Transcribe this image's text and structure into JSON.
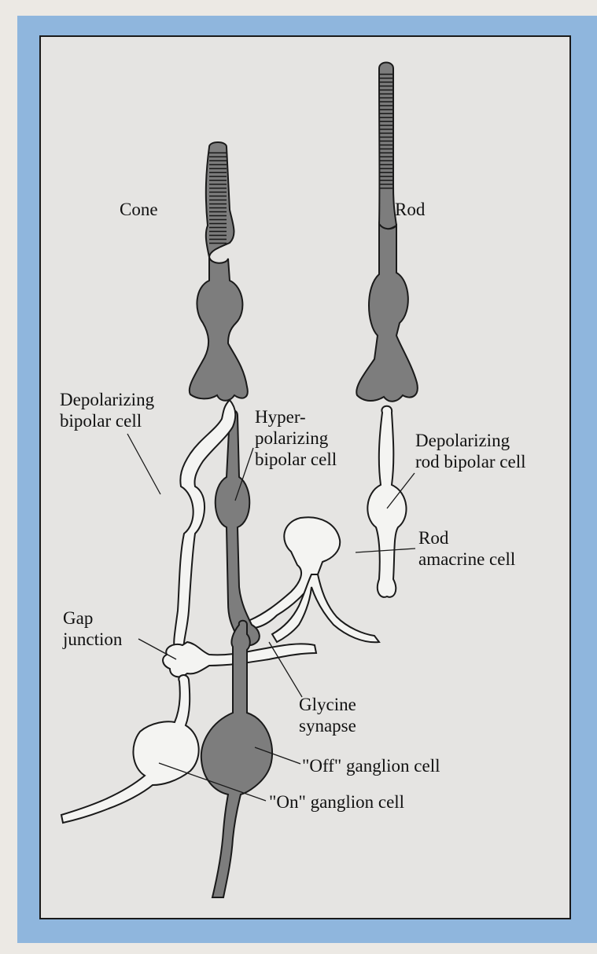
{
  "labels": {
    "cone": "Cone",
    "rod": "Rod",
    "depolarizing_bipolar_1": "Depolarizing",
    "depolarizing_bipolar_2": "bipolar cell",
    "hyperpolarizing_1": "Hyper-",
    "hyperpolarizing_2": "polarizing",
    "hyperpolarizing_3": "bipolar cell",
    "rod_bipolar_1": "Depolarizing",
    "rod_bipolar_2": "rod bipolar cell",
    "rod_amacrine_1": "Rod",
    "rod_amacrine_2": "amacrine cell",
    "gap_junction_1": "Gap",
    "gap_junction_2": "junction",
    "glycine_1": "Glycine",
    "glycine_2": "synapse",
    "off_ganglion": "\"Off\" ganglion cell",
    "on_ganglion": "\"On\" ganglion cell"
  },
  "colors": {
    "page_margin": "#8fb6dd",
    "figure_background": "#e5e4e2",
    "dark_cell_fill": "#7d7d7d",
    "light_cell_fill": "#f4f4f2",
    "outline": "#1a1a1a"
  }
}
